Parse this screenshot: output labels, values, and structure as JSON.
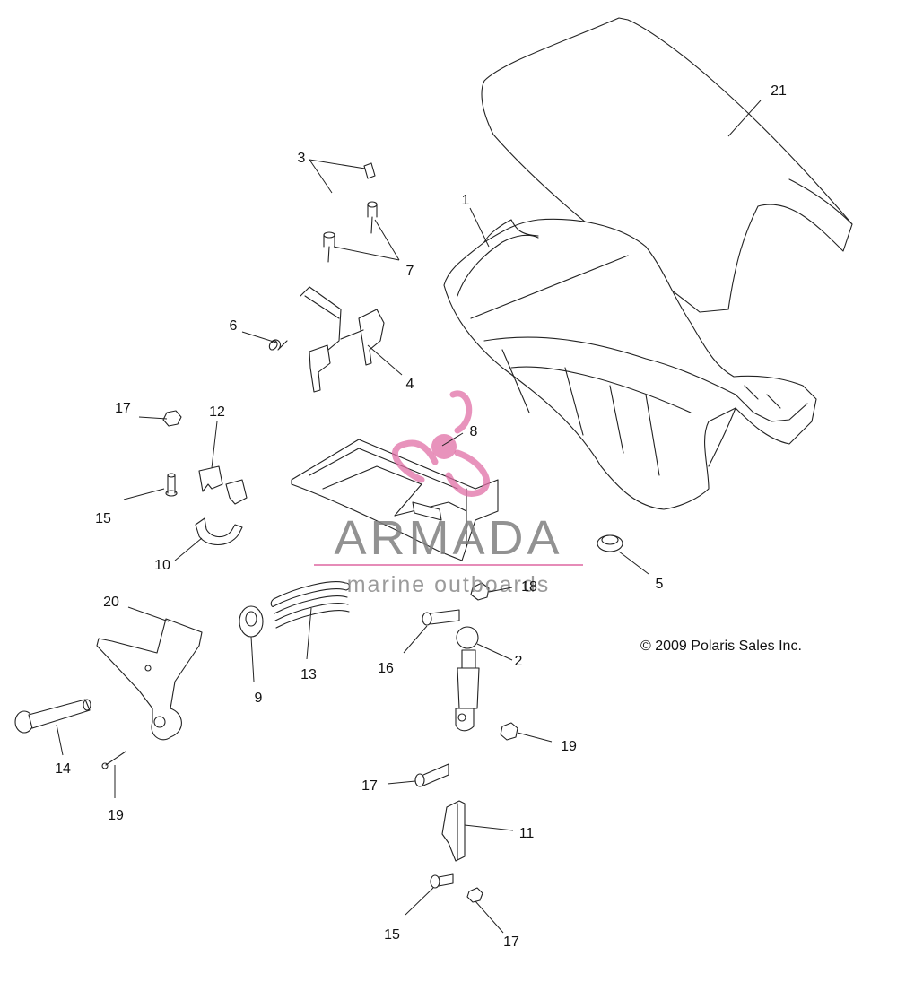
{
  "diagram": {
    "copyright": "© 2009 Polaris Sales Inc.",
    "watermark": {
      "brand": "ARMADA",
      "tagline": "marine outboards",
      "accent_color": "#e06fa6",
      "text_color": "#7f7f7f"
    },
    "callouts": [
      "1",
      "2",
      "3",
      "4",
      "5",
      "6",
      "7",
      "8",
      "9",
      "10",
      "11",
      "12",
      "13",
      "14",
      "15",
      "15",
      "16",
      "16",
      "17",
      "17",
      "18",
      "18",
      "19",
      "20",
      "21"
    ]
  }
}
